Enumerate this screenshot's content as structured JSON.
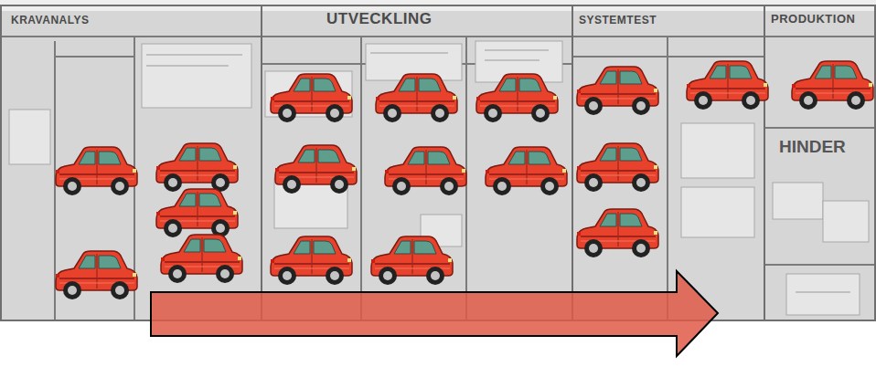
{
  "diagram": {
    "nodes": [
      {
        "text": [
          "KRAVANALYS"
        ]
      },
      {
        "text": [
          "UTVECKLING"
        ]
      },
      {
        "text": [
          "SYSTEMTEST"
        ]
      },
      {
        "text": [
          "PRODUKTION"
        ]
      }
    ],
    "labels": [
      "HINDER"
    ]
  }
}
